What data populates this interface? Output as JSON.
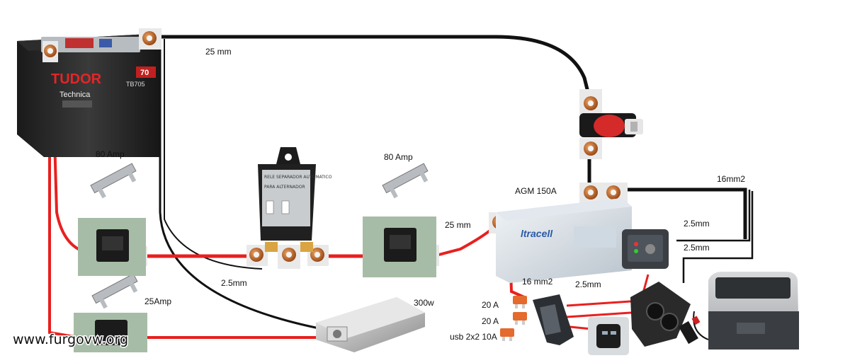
{
  "battery_main": {
    "brand": "TUDOR",
    "series": "Technica",
    "capacity": "70",
    "model": "TB705"
  },
  "battery_aux": {
    "brand": "ltracell",
    "type": "AGM 150A"
  },
  "relay": {
    "text_line1": "RELE SEPARADOR AUTOMATICO",
    "text_line2": "PARA ALTERNADOR"
  },
  "labels": {
    "wire_top": "25 mm",
    "fuse1": "80 Amp",
    "fuse2": "80 Amp",
    "fuse3": "25Amp",
    "wire_aux": "25 mm",
    "wire_relay": "2.5mm",
    "wire_16": "16 mm2",
    "wire_25_a": "2.5mm",
    "wire_25_b": "2.5mm",
    "wire_25_c": "2.5mm",
    "wire_16mm2": "16mm2",
    "inverter": "300w",
    "fuse_20a_1": "20 A",
    "fuse_20a_2": "20 A",
    "fuse_usb": "usb 2x2  10A",
    "watermark": "www.furgovw.org"
  },
  "colors": {
    "positive": "#e8201f",
    "negative": "#111111",
    "copper": "#c96a2a"
  }
}
